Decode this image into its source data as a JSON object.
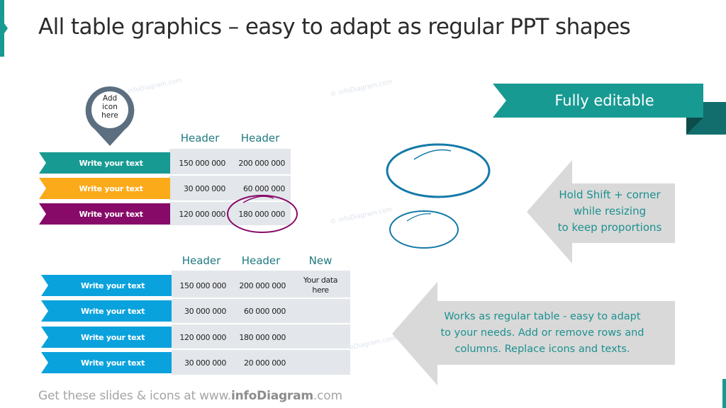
{
  "title": "All table graphics – easy to adapt as regular PPT shapes",
  "watermark": "© infoDiagram.com",
  "colors": {
    "teal": "#179a92",
    "teal_dark": "#126e6c",
    "orange": "#fbaa19",
    "purple": "#870a69",
    "blue": "#0aa2dc",
    "pin_gray": "#5c6f80",
    "cell_bg": "#e3e6ea",
    "arrow_gray": "#d9d9d9",
    "circle_blue": "#1479a8",
    "circle_purple": "#870a69"
  },
  "pin": {
    "label": "Add\nicon\nhere",
    "icon": "map-pin-icon"
  },
  "table1": {
    "headers": [
      "Header",
      "Header"
    ],
    "rows": [
      {
        "label": "Write your text",
        "values": [
          "150 000 000",
          "200 000 000"
        ]
      },
      {
        "label": "Write your text",
        "values": [
          "30 000 000",
          "60 000 000"
        ]
      },
      {
        "label": "Write your text",
        "values": [
          "120 000 000",
          "180 000 000"
        ]
      }
    ],
    "highlighted_cell": "180 000 000"
  },
  "table2": {
    "headers": [
      "Header",
      "Header",
      "New"
    ],
    "rows": [
      {
        "label": "Write your text",
        "values": [
          "150 000 000",
          "200 000 000",
          "Your data\nhere"
        ]
      },
      {
        "label": "Write your text",
        "values": [
          "30 000 000",
          "60 000 000",
          ""
        ]
      },
      {
        "label": "Write your text",
        "values": [
          "120 000 000",
          "180 000 000",
          ""
        ]
      },
      {
        "label": "Write your text",
        "values": [
          "30 000 000",
          "20 000 000",
          ""
        ]
      }
    ]
  },
  "ribbon": {
    "label": "Fully editable"
  },
  "callouts": [
    {
      "text": "Hold Shift + corner\nwhile resizing\nto keep proportions"
    },
    {
      "text": "Works as regular table - easy to adapt\nto your needs. Add or remove rows and\ncolumns. Replace icons and texts."
    }
  ],
  "footer": {
    "prefix": "Get these slides & icons at www.",
    "brand": "infoDiagram",
    "suffix": ".com"
  }
}
